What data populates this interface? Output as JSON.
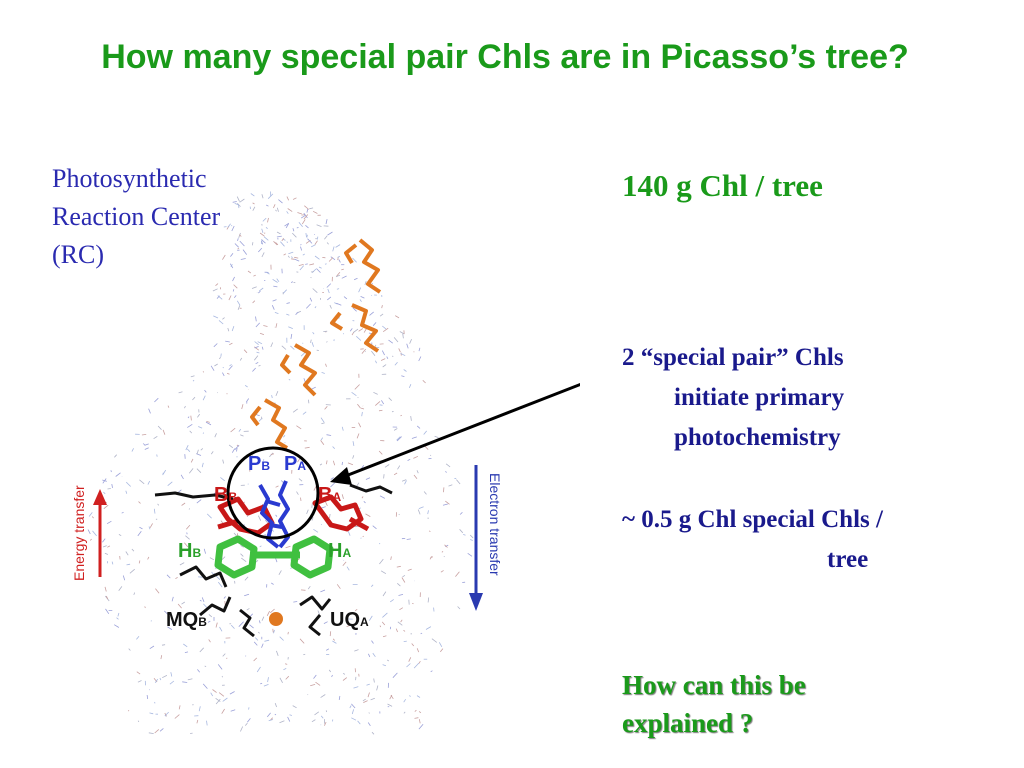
{
  "slide": {
    "title": "How many special pair Chls are in Picasso’s tree?",
    "rc_label": [
      "Photosynthetic",
      "Reaction Center",
      "(RC)"
    ],
    "stat_tree": "140 g Chl / tree",
    "special_pair": {
      "line1": "2 “special pair” Chls",
      "line2": "initiate primary",
      "line3": "photochemistry"
    },
    "special_mass": {
      "line1": "~ 0.5 g Chl special Chls /",
      "line2": "tree"
    },
    "question": [
      "How can this be",
      "explained ?"
    ]
  },
  "figure": {
    "energy_transfer": "Energy transfer",
    "electron_transfer": "Electron transfer",
    "labels": {
      "pb": "P",
      "pb_sub": "B",
      "pa": "P",
      "pa_sub": "A",
      "bb": "B",
      "bb_sub": "B",
      "ba": "B",
      "ba_sub": "A",
      "hb": "H",
      "hb_sub": "B",
      "ha": "H",
      "ha_sub": "A",
      "mqb": "MQ",
      "mqb_sub": "B",
      "uqa": "UQ",
      "uqa_sub": "A"
    },
    "colors": {
      "special_pair": "#2a3ad0",
      "accessory": "#c81818",
      "pheophytin": "#40c040",
      "carotenoid": "#e07820",
      "quinone": "#111111",
      "energy_arrow": "#d02020",
      "electron_arrow": "#2a3ab0"
    }
  }
}
